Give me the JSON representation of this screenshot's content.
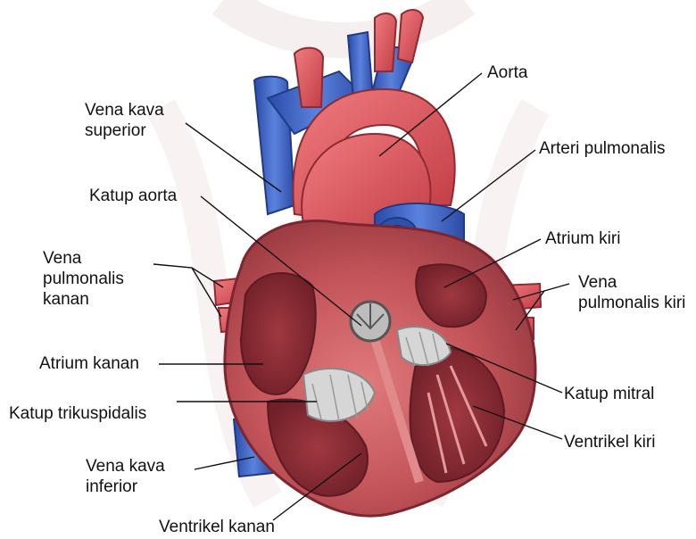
{
  "labels": {
    "vena_kava_superior": [
      "Vena kava",
      "superior"
    ],
    "katup_aorta": "Katup aorta",
    "vena_pulmonalis_kanan": [
      "Vena",
      "pulmonalis",
      "kanan"
    ],
    "atrium_kanan": "Atrium kanan",
    "katup_trikuspidalis": "Katup trikuspidalis",
    "vena_kava_inferior": [
      "Vena kava",
      "inferior"
    ],
    "ventrikel_kanan": "Ventrikel kanan",
    "aorta": "Aorta",
    "arteri_pulmonalis": "Arteri pulmonalis",
    "atrium_kiri": "Atrium kiri",
    "vena_pulmonalis_kiri": [
      "Vena",
      "pulmonalis kiri"
    ],
    "katup_mitral": "Katup mitral",
    "ventrikel_kiri": "Ventrikel kiri"
  },
  "colors": {
    "vein_blue": "#3d63c4",
    "artery_red": "#d4444a",
    "muscle_red": "#c8585c",
    "chamber_dark": "#8e2e36",
    "valve_gray": "#cfcfcf",
    "watermark": "#efe6e6"
  }
}
